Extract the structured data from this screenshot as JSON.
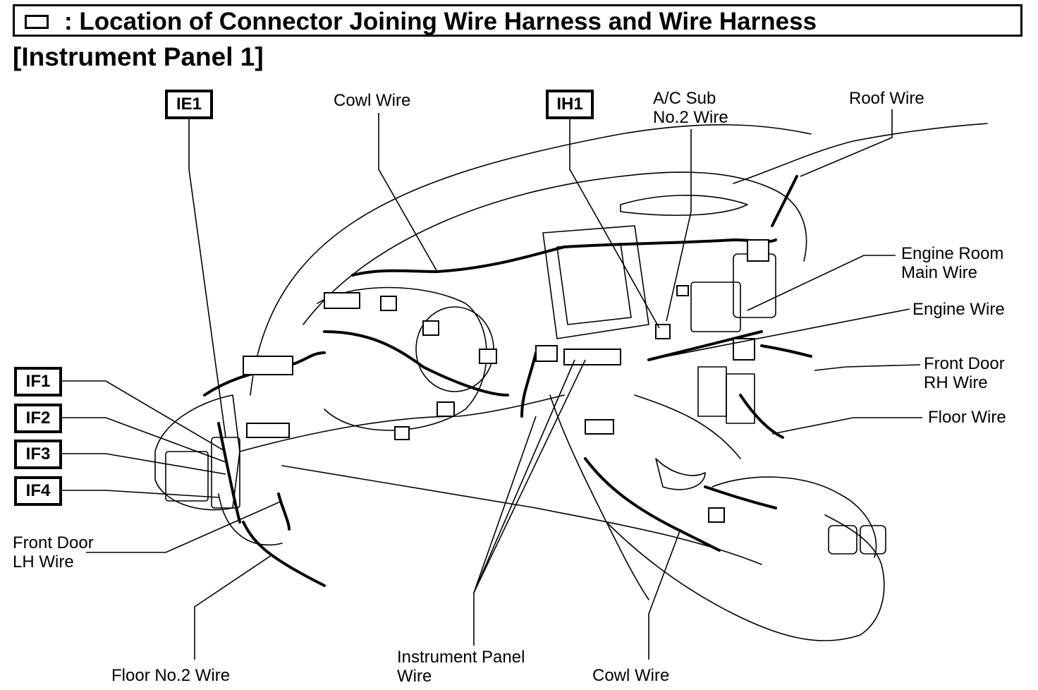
{
  "header": {
    "title": ": Location of Connector Joining Wire Harness and Wire Harness",
    "section": "[Instrument Panel 1]"
  },
  "connectors": {
    "ie1": "IE1",
    "ih1": "IH1",
    "if1": "IF1",
    "if2": "IF2",
    "if3": "IF3",
    "if4": "IF4"
  },
  "wires": {
    "cowl_top": "Cowl Wire",
    "ac_sub": [
      "A/C Sub",
      "No.2 Wire"
    ],
    "roof": "Roof Wire",
    "engine_room_main": [
      "Engine Room",
      "Main Wire"
    ],
    "engine": "Engine Wire",
    "front_door_rh": [
      "Front Door",
      "RH Wire"
    ],
    "floor": "Floor Wire",
    "front_door_lh": [
      "Front Door",
      "LH Wire"
    ],
    "floor_no2": "Floor No.2 Wire",
    "instrument_panel": [
      "Instrument Panel",
      "Wire"
    ],
    "cowl_bottom": "Cowl Wire"
  }
}
